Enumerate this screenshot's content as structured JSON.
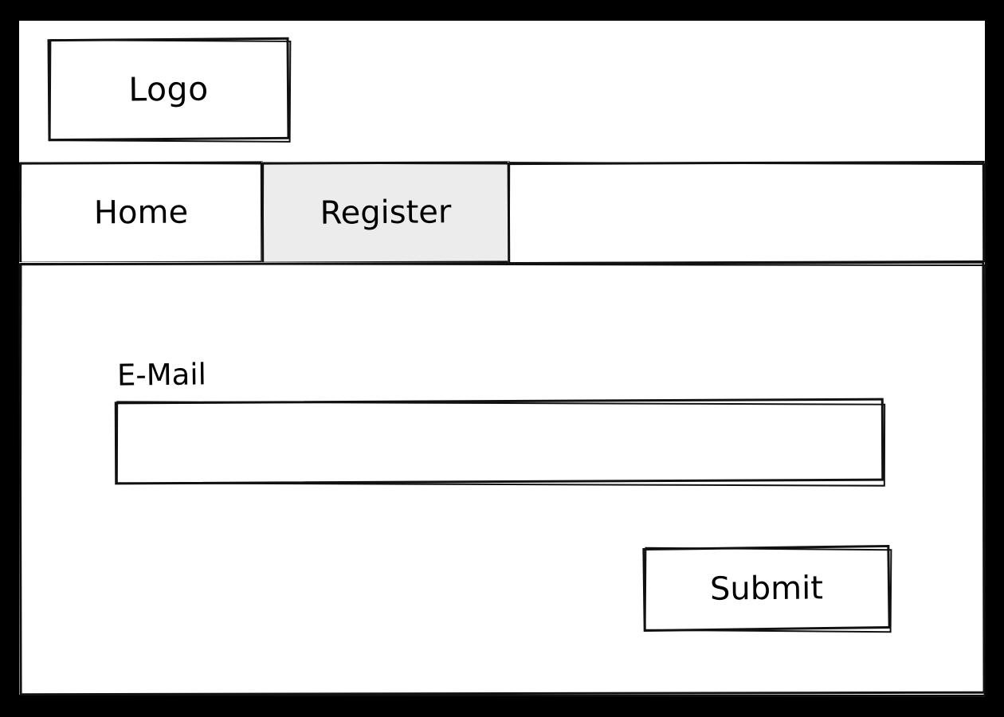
{
  "frame": {
    "border_color": "#000000",
    "surface_color": "#ffffff"
  },
  "header": {
    "logo": {
      "label": "Logo",
      "name": "logo-placeholder-box"
    }
  },
  "tabs": {
    "selected_index": 1,
    "selected_bg": "#ececec",
    "items": [
      {
        "label": "Home",
        "selected": false
      },
      {
        "label": "Register",
        "selected": true
      },
      {
        "label": "",
        "selected": false
      }
    ]
  },
  "form": {
    "fields": [
      {
        "label": "E-Mail",
        "value": "",
        "placeholder": "",
        "type": "email"
      }
    ],
    "submit": {
      "label": "Submit"
    }
  }
}
